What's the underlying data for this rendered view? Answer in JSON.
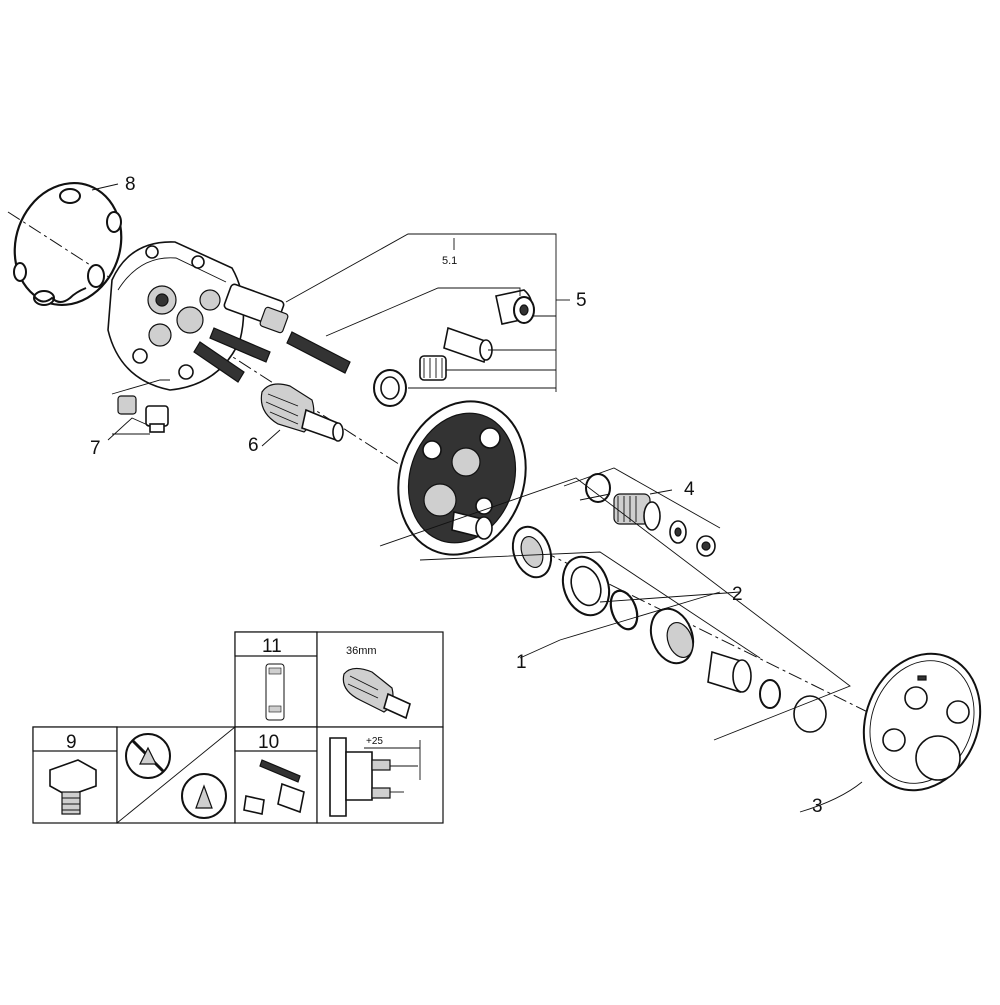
{
  "callouts": {
    "c1": "1",
    "c2": "2",
    "c3": "3",
    "c4": "4",
    "c5": "5",
    "c51": "5.1",
    "c6": "6",
    "c7": "7",
    "c8": "8"
  },
  "panels": {
    "p9": "9",
    "p10": "10",
    "p11": "11",
    "size_label": "36mm",
    "offset_label": "+25"
  }
}
